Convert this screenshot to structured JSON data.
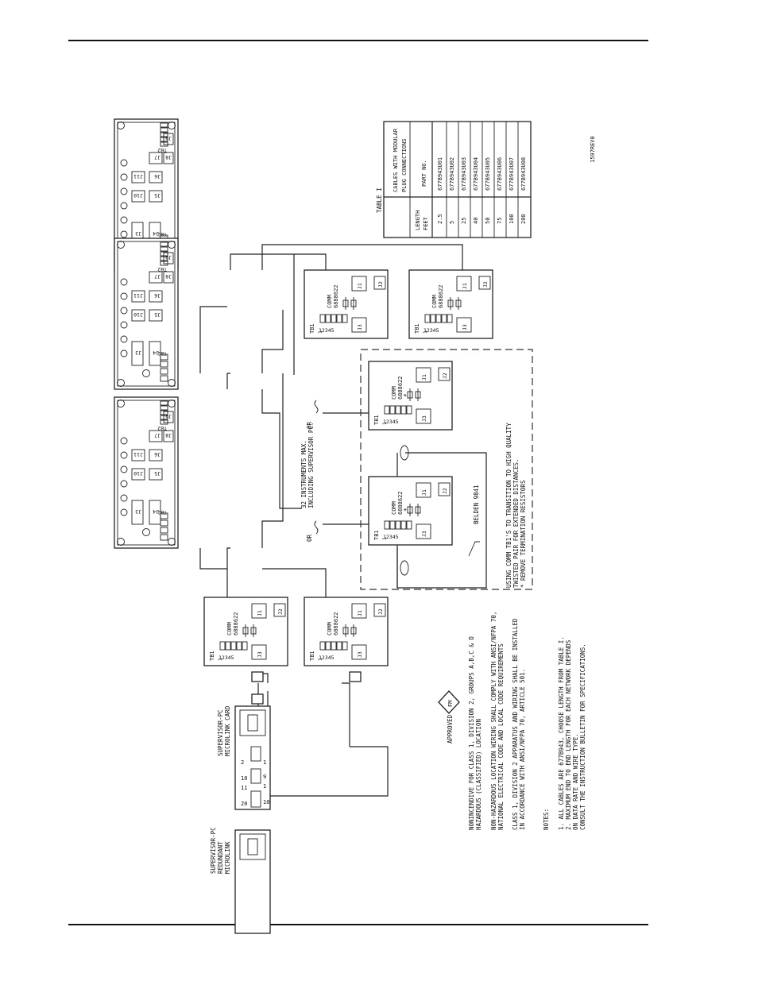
{
  "instruments": [
    {
      "jacks": [
        "J3",
        "J4",
        "J10",
        "J11",
        "J5",
        "J6",
        "J7",
        "J8",
        "J9"
      ],
      "tb_left": "TB1",
      "tb_right": "TB2"
    },
    {
      "jacks": [
        "J3",
        "J4",
        "J10",
        "J11",
        "J5",
        "J6",
        "J7",
        "J8",
        "J9"
      ],
      "tb_left": "TB1",
      "tb_right": "TB2"
    },
    {
      "jacks": [
        "J3",
        "J4",
        "J10",
        "J11",
        "J5",
        "J6",
        "J7",
        "J8",
        "J9"
      ],
      "tb_left": "TB1",
      "tb_right": "TB2"
    }
  ],
  "comm_cards": [
    {
      "title": "COMM",
      "part": "6888622",
      "tb": "TB1",
      "terminals": "12345",
      "jacks": [
        "J1",
        "J2",
        "J3"
      ]
    },
    {
      "title": "COMM",
      "part": "6888622",
      "tb": "TB1",
      "terminals": "12345",
      "jacks": [
        "J1",
        "J2",
        "J3"
      ]
    },
    {
      "title": "COMM",
      "part": "6888622",
      "tb": "TB1",
      "terminals": "12345",
      "jacks": [
        "J1",
        "J2",
        "J3"
      ]
    },
    {
      "title": "COMM",
      "part": "6888622",
      "tb": "TB1",
      "terminals": "12345",
      "jacks": [
        "J1",
        "J2",
        "J3"
      ]
    },
    {
      "title": "COMM",
      "part": "6888622",
      "tb": "TB1",
      "terminals": "12345",
      "jacks": [
        "J1",
        "J2",
        "J3"
      ]
    },
    {
      "title": "COMM",
      "part": "6888622",
      "tb": "TB1",
      "terminals": "12345",
      "jacks": [
        "J1",
        "J2",
        "J3"
      ]
    }
  ],
  "star": "*",
  "or_label": "OR",
  "instruments_max": [
    "32 INSTRUMENTS MAX.",
    "INCLUDING SUPERVISOR PC."
  ],
  "belden": "BELDEN 9841",
  "extended_note": [
    "USING COMM TB1'S TO TRANSITION TO HIGH QUALITY",
    "TWISTED PAIR FOR EXTENDED DISTANCES.",
    "* REMOVE TERMINATION RESISTORS"
  ],
  "microlink_card": {
    "label": [
      "SUPERVISOR-PC",
      "MICROLINK CARD"
    ],
    "pins": [
      "1",
      "2",
      "9",
      "10",
      "1",
      "11",
      "10",
      "20"
    ]
  },
  "redundant": {
    "label": [
      "SUPERVISOR-PC",
      "REDUNDANT",
      "MICROLINK"
    ]
  },
  "fm": {
    "mark": "FM",
    "text": "APPROVED"
  },
  "hazard_notes": [
    "NONINCENDIVE FOR CLASS 1, DIVISION 2, GROUPS A,B,C & D",
    "HAZARDOUS (CLASSIFIED) LOCATION",
    "NON-HAZARDOUS LOCATION WIRING SHALL  COMPLY WITH ANSI/NFPA 70,",
    "NATIONAL ELECTRICAL CODE AND LOCAL CODE REQUIREMENTS",
    "CLASS 1, DIVISION 2 APPARATUS AND WIRING SHALL BE INSTALLED",
    "IN ACCORDANCE WITH ANSI/NFPA 70, ARTICLE 501."
  ],
  "notes": {
    "heading": "NOTES:",
    "lines": [
      "1. ALL CABLES ARE 677B943, CHOOSE LENGTH FROM TABLE I.",
      "2. MAXIMUM END TO END LENGTH FOR EACH NETWORK DEPENDS",
      "   ON DATA RATE AND WIRE TYPE.",
      "   CONSULT THE INSTRUCTION BULLETIN FOR SPECIFICATIONS."
    ]
  },
  "table": {
    "title": "TABLE I",
    "caption": [
      "CABLES WITH MODULAR",
      "PLUG CONNECTIONS"
    ],
    "col_length": [
      "LENGTH",
      "FEET"
    ],
    "col_part": "PART NO.",
    "rows": [
      [
        "2.5",
        "677B943U01"
      ],
      [
        "5",
        "677B943U02"
      ],
      [
        "25",
        "677B943U03"
      ],
      [
        "40",
        "677B943U04"
      ],
      [
        "50",
        "677B943U05"
      ],
      [
        "75",
        "677B943U06"
      ],
      [
        "100",
        "677B943U07"
      ],
      [
        "200",
        "677B943U08"
      ]
    ]
  },
  "drawing_id": "1597REV0"
}
